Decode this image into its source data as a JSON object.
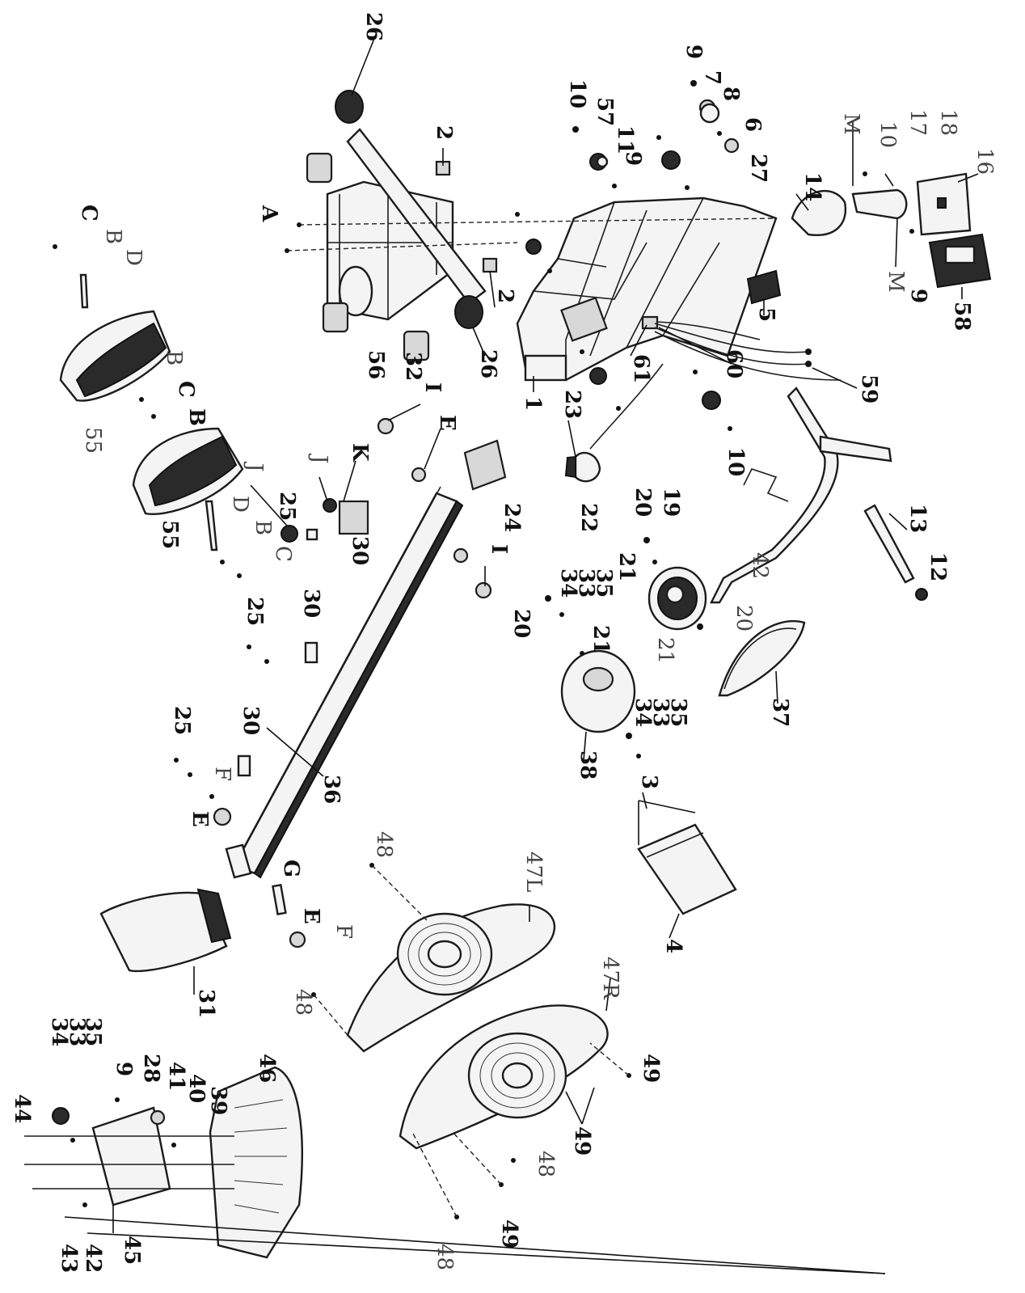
{
  "diagram": {
    "callouts": {
      "c1": "1",
      "c2a": "2",
      "c2b": "2",
      "c3": "3",
      "c4": "4",
      "c5": "5",
      "c6": "6",
      "c7": "7",
      "c8": "8",
      "c9a": "9",
      "c9b": "9",
      "c9c": "9",
      "c9d": "9",
      "c10a": "10",
      "c10b": "10",
      "c10c": "10",
      "c11": "11",
      "c12": "12",
      "c13": "13",
      "c14": "14",
      "c16": "16",
      "c17": "17",
      "c18": "18",
      "c19": "19",
      "c20a": "20",
      "c20b": "20",
      "c20c": "20",
      "c21a": "21",
      "c21b": "21",
      "c21c": "21",
      "c22": "22",
      "c23": "23",
      "c24": "24",
      "c25a": "25",
      "c25b": "25",
      "c25c": "25",
      "c26a": "26",
      "c26b": "26",
      "c27": "27",
      "c28": "28",
      "c30a": "30",
      "c30b": "30",
      "c30c": "30",
      "c31": "31",
      "c32": "32",
      "c33a": "33",
      "c33b": "33",
      "c33c": "33",
      "c34a": "34",
      "c34b": "34",
      "c34c": "34",
      "c35a": "35",
      "c35b": "35",
      "c35c": "35",
      "c36": "36",
      "c37": "37",
      "c38": "38",
      "c39": "39",
      "c40": "40",
      "c41": "41",
      "c42a": "42",
      "c42b": "42",
      "c43": "43",
      "c44": "44",
      "c45": "45",
      "c46": "46",
      "c47L": "47L",
      "c47R": "47R",
      "c48a": "48",
      "c48b": "48",
      "c48c": "48",
      "c48d": "48",
      "c49a": "49",
      "c49b": "49",
      "c49c": "49",
      "c55a": "55",
      "c55b": "55",
      "c56": "56",
      "c57": "57",
      "c58": "58",
      "c59": "59",
      "c60": "60",
      "c61": "61",
      "cA": "A",
      "cBa": "B",
      "cBb": "B",
      "cBc": "B",
      "cBd": "B",
      "cCa": "C",
      "cCb": "C",
      "cCc": "C",
      "cDa": "D",
      "cDb": "D",
      "cEa": "E",
      "cEb": "E",
      "cEc": "E",
      "cFa": "F",
      "cFb": "F",
      "cG": "G",
      "cIa": "I",
      "cIb": "I",
      "cJa": "J",
      "cJb": "J",
      "cK": "K",
      "cMa": "M",
      "cMb": "M"
    }
  }
}
